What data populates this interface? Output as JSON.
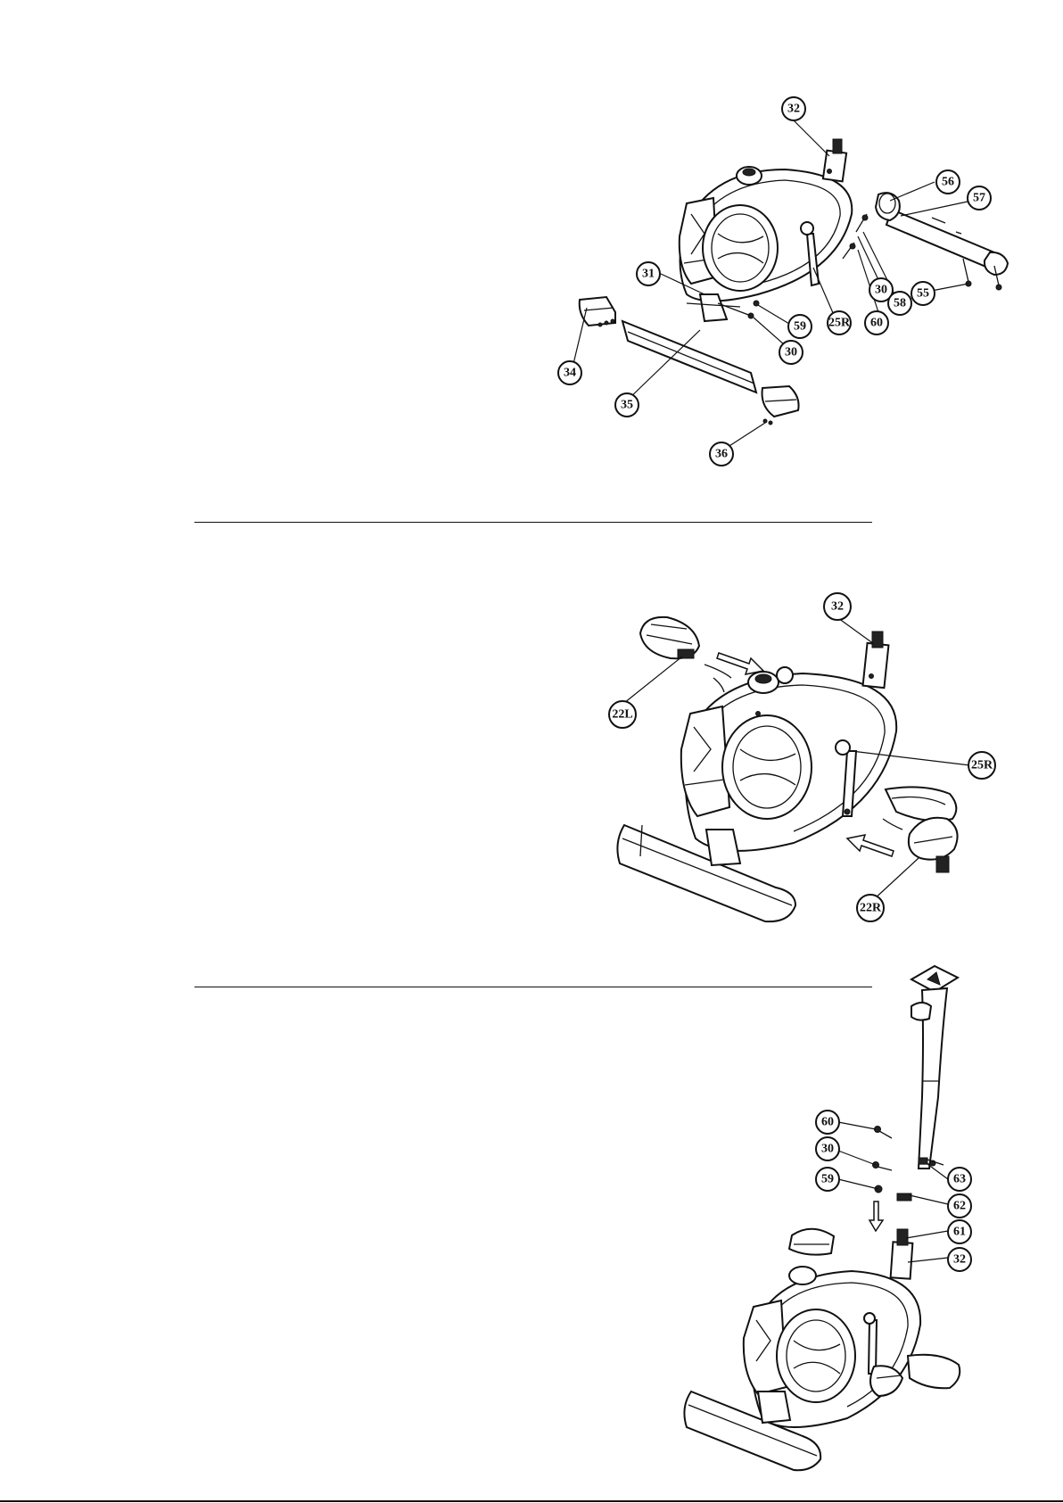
{
  "steps": [
    {
      "callouts": [
        "32",
        "56",
        "57",
        "31",
        "59",
        "30",
        "25R",
        "30",
        "58",
        "55",
        "60",
        "34",
        "35",
        "36"
      ]
    },
    {
      "callouts": [
        "32",
        "22L",
        "25R",
        "22R"
      ]
    },
    {
      "callouts": [
        "60",
        "30",
        "63",
        "59",
        "62",
        "61",
        "32"
      ]
    }
  ]
}
